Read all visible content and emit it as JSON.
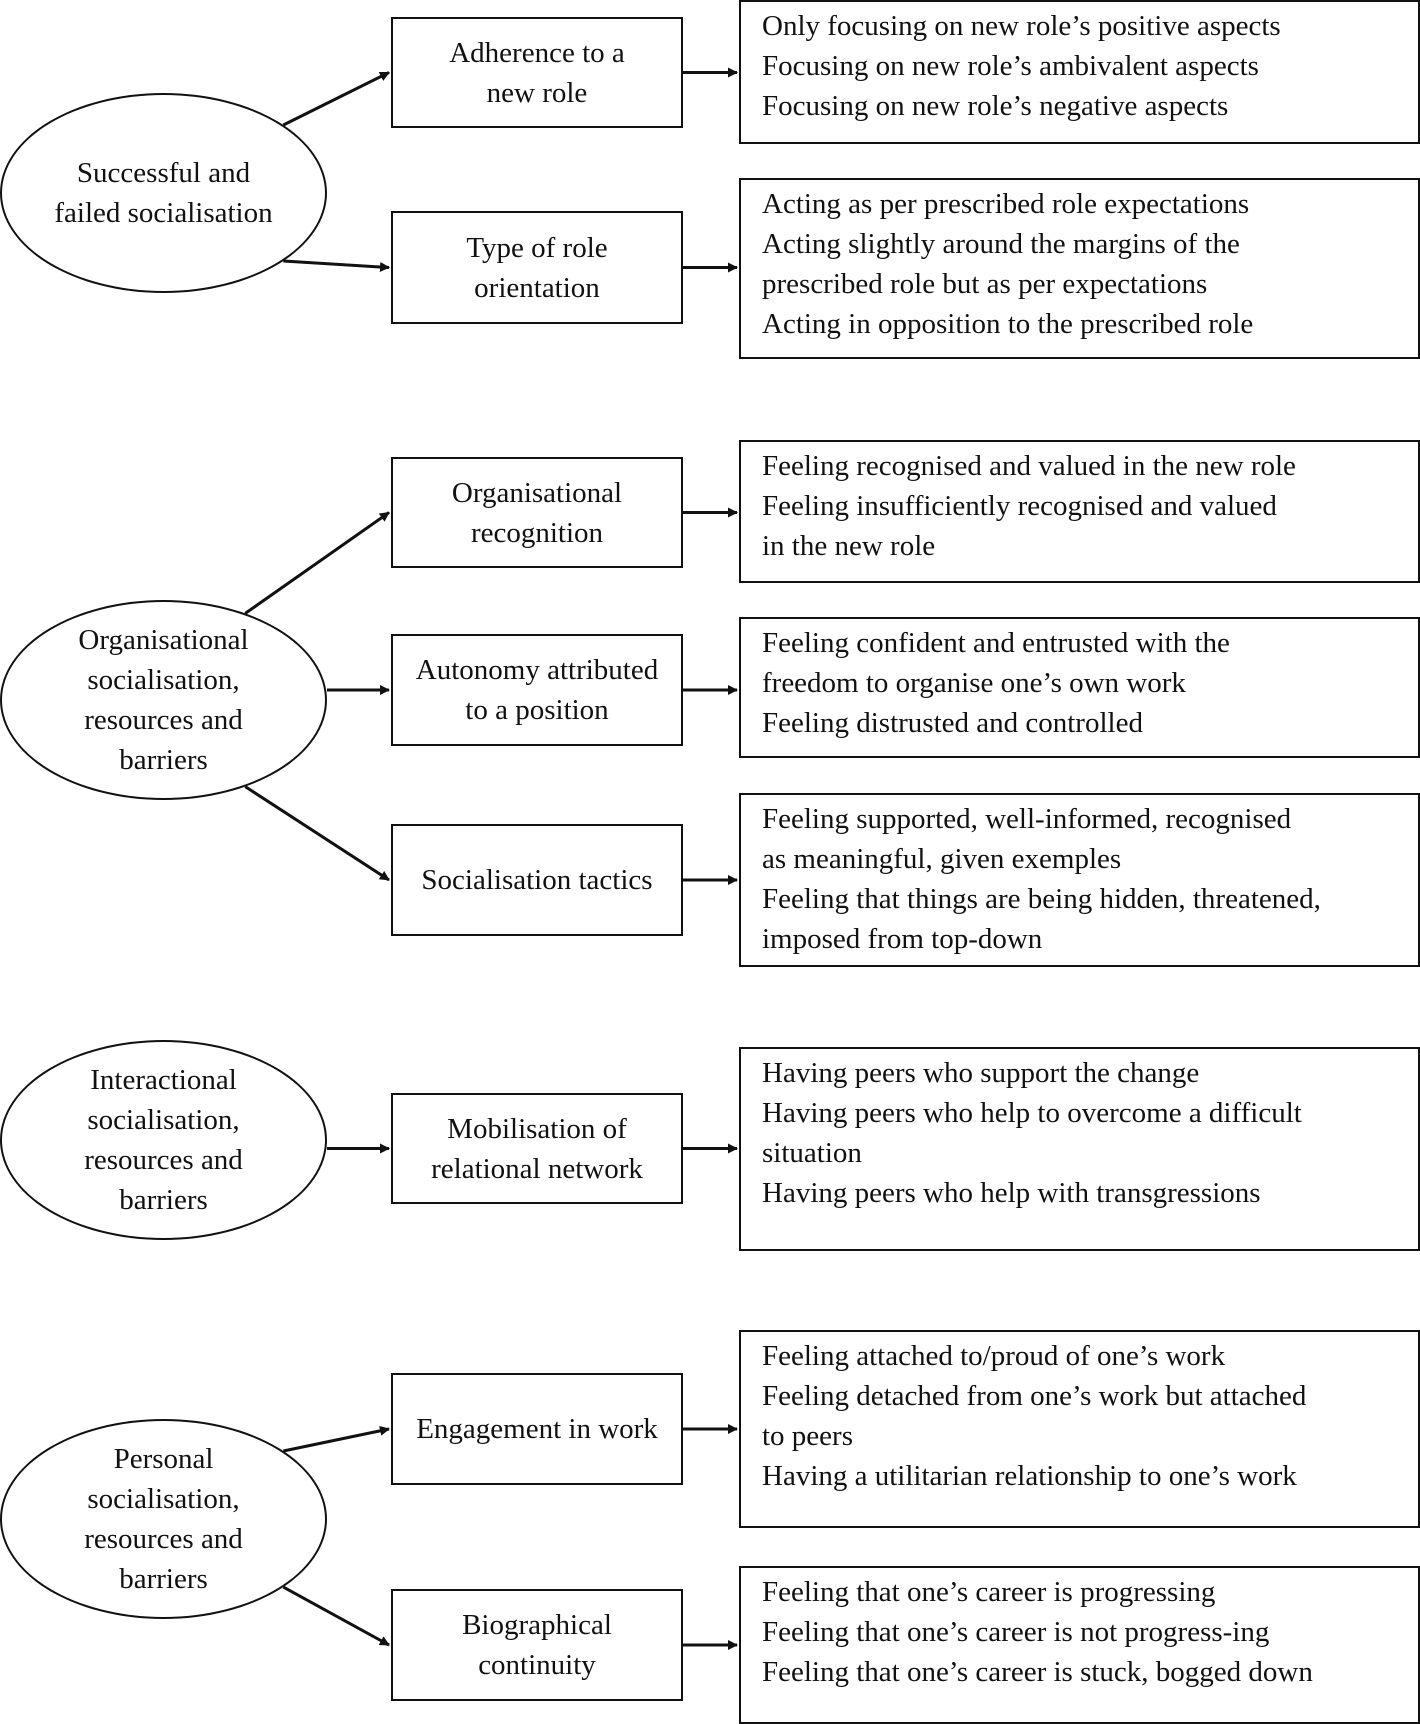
{
  "sections": [
    {
      "category": "Successful and\nfailed socialisation",
      "dimensions": [
        {
          "label": "Adherence to a\nnew role",
          "outcomes": [
            "Only focusing on new role’s positive aspects",
            "Focusing on new role’s ambivalent aspects",
            "Focusing on new role’s negative aspects"
          ]
        },
        {
          "label": "Type of role\norientation",
          "outcomes": [
            "Acting as per prescribed role expectations",
            "Acting slightly around the margins of the",
            "prescribed role but as per expectations",
            "Acting in opposition to the prescribed role"
          ]
        }
      ]
    },
    {
      "category": "Organisational\nsocialisation,\nresources and\nbarriers",
      "dimensions": [
        {
          "label": "Organisational\nrecognition",
          "outcomes": [
            "Feeling recognised and valued in the new role",
            "Feeling insufficiently recognised and valued",
            "in the new role"
          ]
        },
        {
          "label": "Autonomy attributed\nto a position",
          "outcomes": [
            "Feeling confident and entrusted with the",
            "freedom to organise one’s own work",
            "Feeling distrusted and controlled"
          ]
        },
        {
          "label": "Socialisation tactics",
          "outcomes": [
            "Feeling supported, well-informed, recognised",
            "as meaningful, given exemples",
            "Feeling that things are being hidden, threatened,",
            "imposed from top-down"
          ]
        }
      ]
    },
    {
      "category": "Interactional\nsocialisation,\nresources and\nbarriers",
      "dimensions": [
        {
          "label": "Mobilisation of\nrelational network",
          "outcomes": [
            "Having peers who support the change",
            "Having peers who help to overcome a difficult",
            "situation",
            "Having peers who help with transgressions"
          ]
        }
      ]
    },
    {
      "category": "Personal\nsocialisation,\nresources and\nbarriers",
      "dimensions": [
        {
          "label": "Engagement in work",
          "outcomes": [
            "Feeling attached to/proud of one’s work",
            "Feeling detached from one’s work but attached",
            "to peers",
            "Having a utilitarian relationship to one’s work"
          ]
        },
        {
          "label": "Biographical\ncontinuity",
          "outcomes": [
            "Feeling that one’s career is progressing",
            "Feeling that one’s career is not progress-ing",
            "Feeling that one’s career is stuck, bogged down"
          ]
        }
      ]
    }
  ]
}
